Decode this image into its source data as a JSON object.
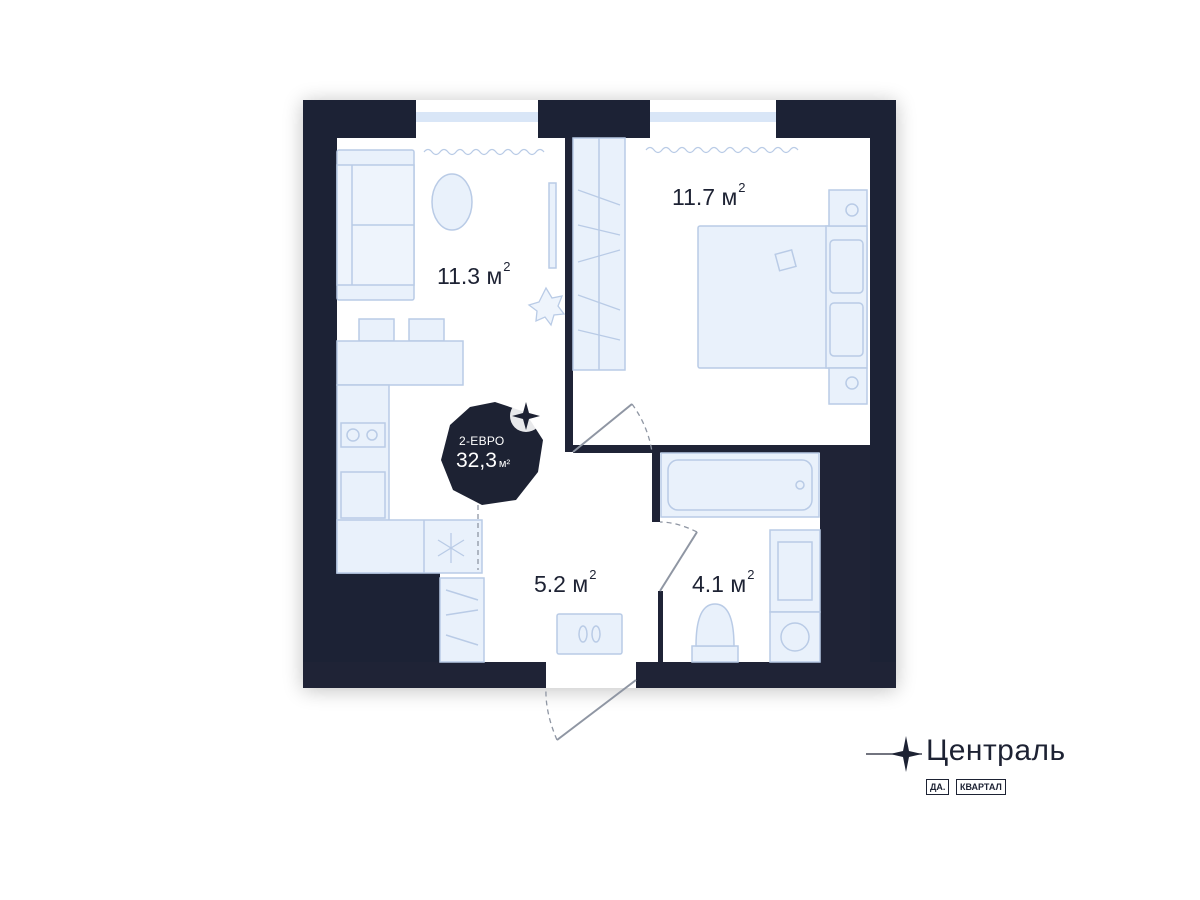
{
  "apartment": {
    "type_label": "2-ЕВРО",
    "total_area": "32,3",
    "total_area_unit": "м²"
  },
  "rooms": [
    {
      "name": "kitchen-living",
      "area": "11.3 м",
      "sup": "2"
    },
    {
      "name": "bedroom",
      "area": "11.7 м",
      "sup": "2"
    },
    {
      "name": "hallway",
      "area": "5.2 м",
      "sup": "2"
    },
    {
      "name": "bathroom",
      "area": "4.1 м",
      "sup": "2"
    }
  ],
  "brand": {
    "name": "Централь",
    "tag1": "ДА.",
    "tag2": "КВАРТАЛ"
  },
  "colors": {
    "wall": "#1f2336",
    "furniture_fill": "#e9f1fb",
    "furniture_stroke": "#b9cbe6",
    "window": "#d9e6f7",
    "door_line": "#8f96a3"
  }
}
